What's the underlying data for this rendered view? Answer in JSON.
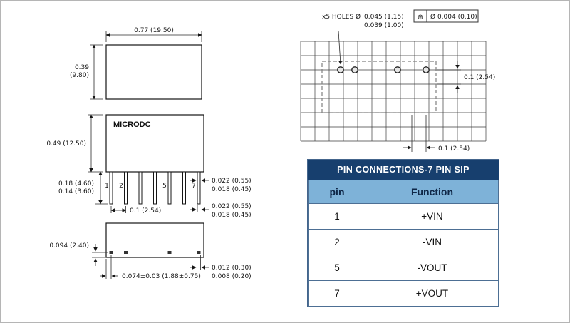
{
  "mech": {
    "top_view": {
      "width_dim": "0.77 (19.50)",
      "height_dim_line1": "0.39",
      "height_dim_line2": "(9.80)"
    },
    "front_view": {
      "brand": "MICRODC",
      "body_height_dim": "0.49 (12.50)",
      "pin_length_max": "0.18 (4.60)",
      "pin_length_min": "0.14 (3.60)",
      "pin1": "1",
      "pin2": "2",
      "pin5": "5",
      "pin7": "7",
      "pin_width_max": "0.022 (0.55)",
      "pin_width_min": "0.018 (0.45)",
      "pitch": "0.1 (2.54)",
      "pin_thickness_max": "0.022 (0.55)",
      "pin_thickness_min": "0.018 (0.45)"
    },
    "bottom_view": {
      "pin_offset_dim": "0.094 (2.40)",
      "pad_width_max": "0.012 (0.30)",
      "pad_width_min": "0.008 (0.20)",
      "edge_to_pin_dim": "0.074±0.03 (1.88±0.75)"
    }
  },
  "pcb": {
    "holes_prefix": "x5 HOLES Ø",
    "hole_dia_max": "0.045 (1.15)",
    "hole_dia_min": "0.039 (1.00)",
    "position_symbol": "⊕",
    "position_tolerance": "Ø 0.004 (0.10)",
    "vertical_pitch": "0.1 (2.54)",
    "horizontal_pitch": "0.1 (2.54)"
  },
  "pin_table": {
    "title": "PIN CONNECTIONS-7 PIN SIP",
    "col_pin": "pin",
    "col_function": "Function",
    "rows": [
      {
        "pin": "1",
        "function": "+VIN"
      },
      {
        "pin": "2",
        "function": "-VIN"
      },
      {
        "pin": "5",
        "function": "-VOUT"
      },
      {
        "pin": "7",
        "function": "+VOUT"
      }
    ]
  }
}
